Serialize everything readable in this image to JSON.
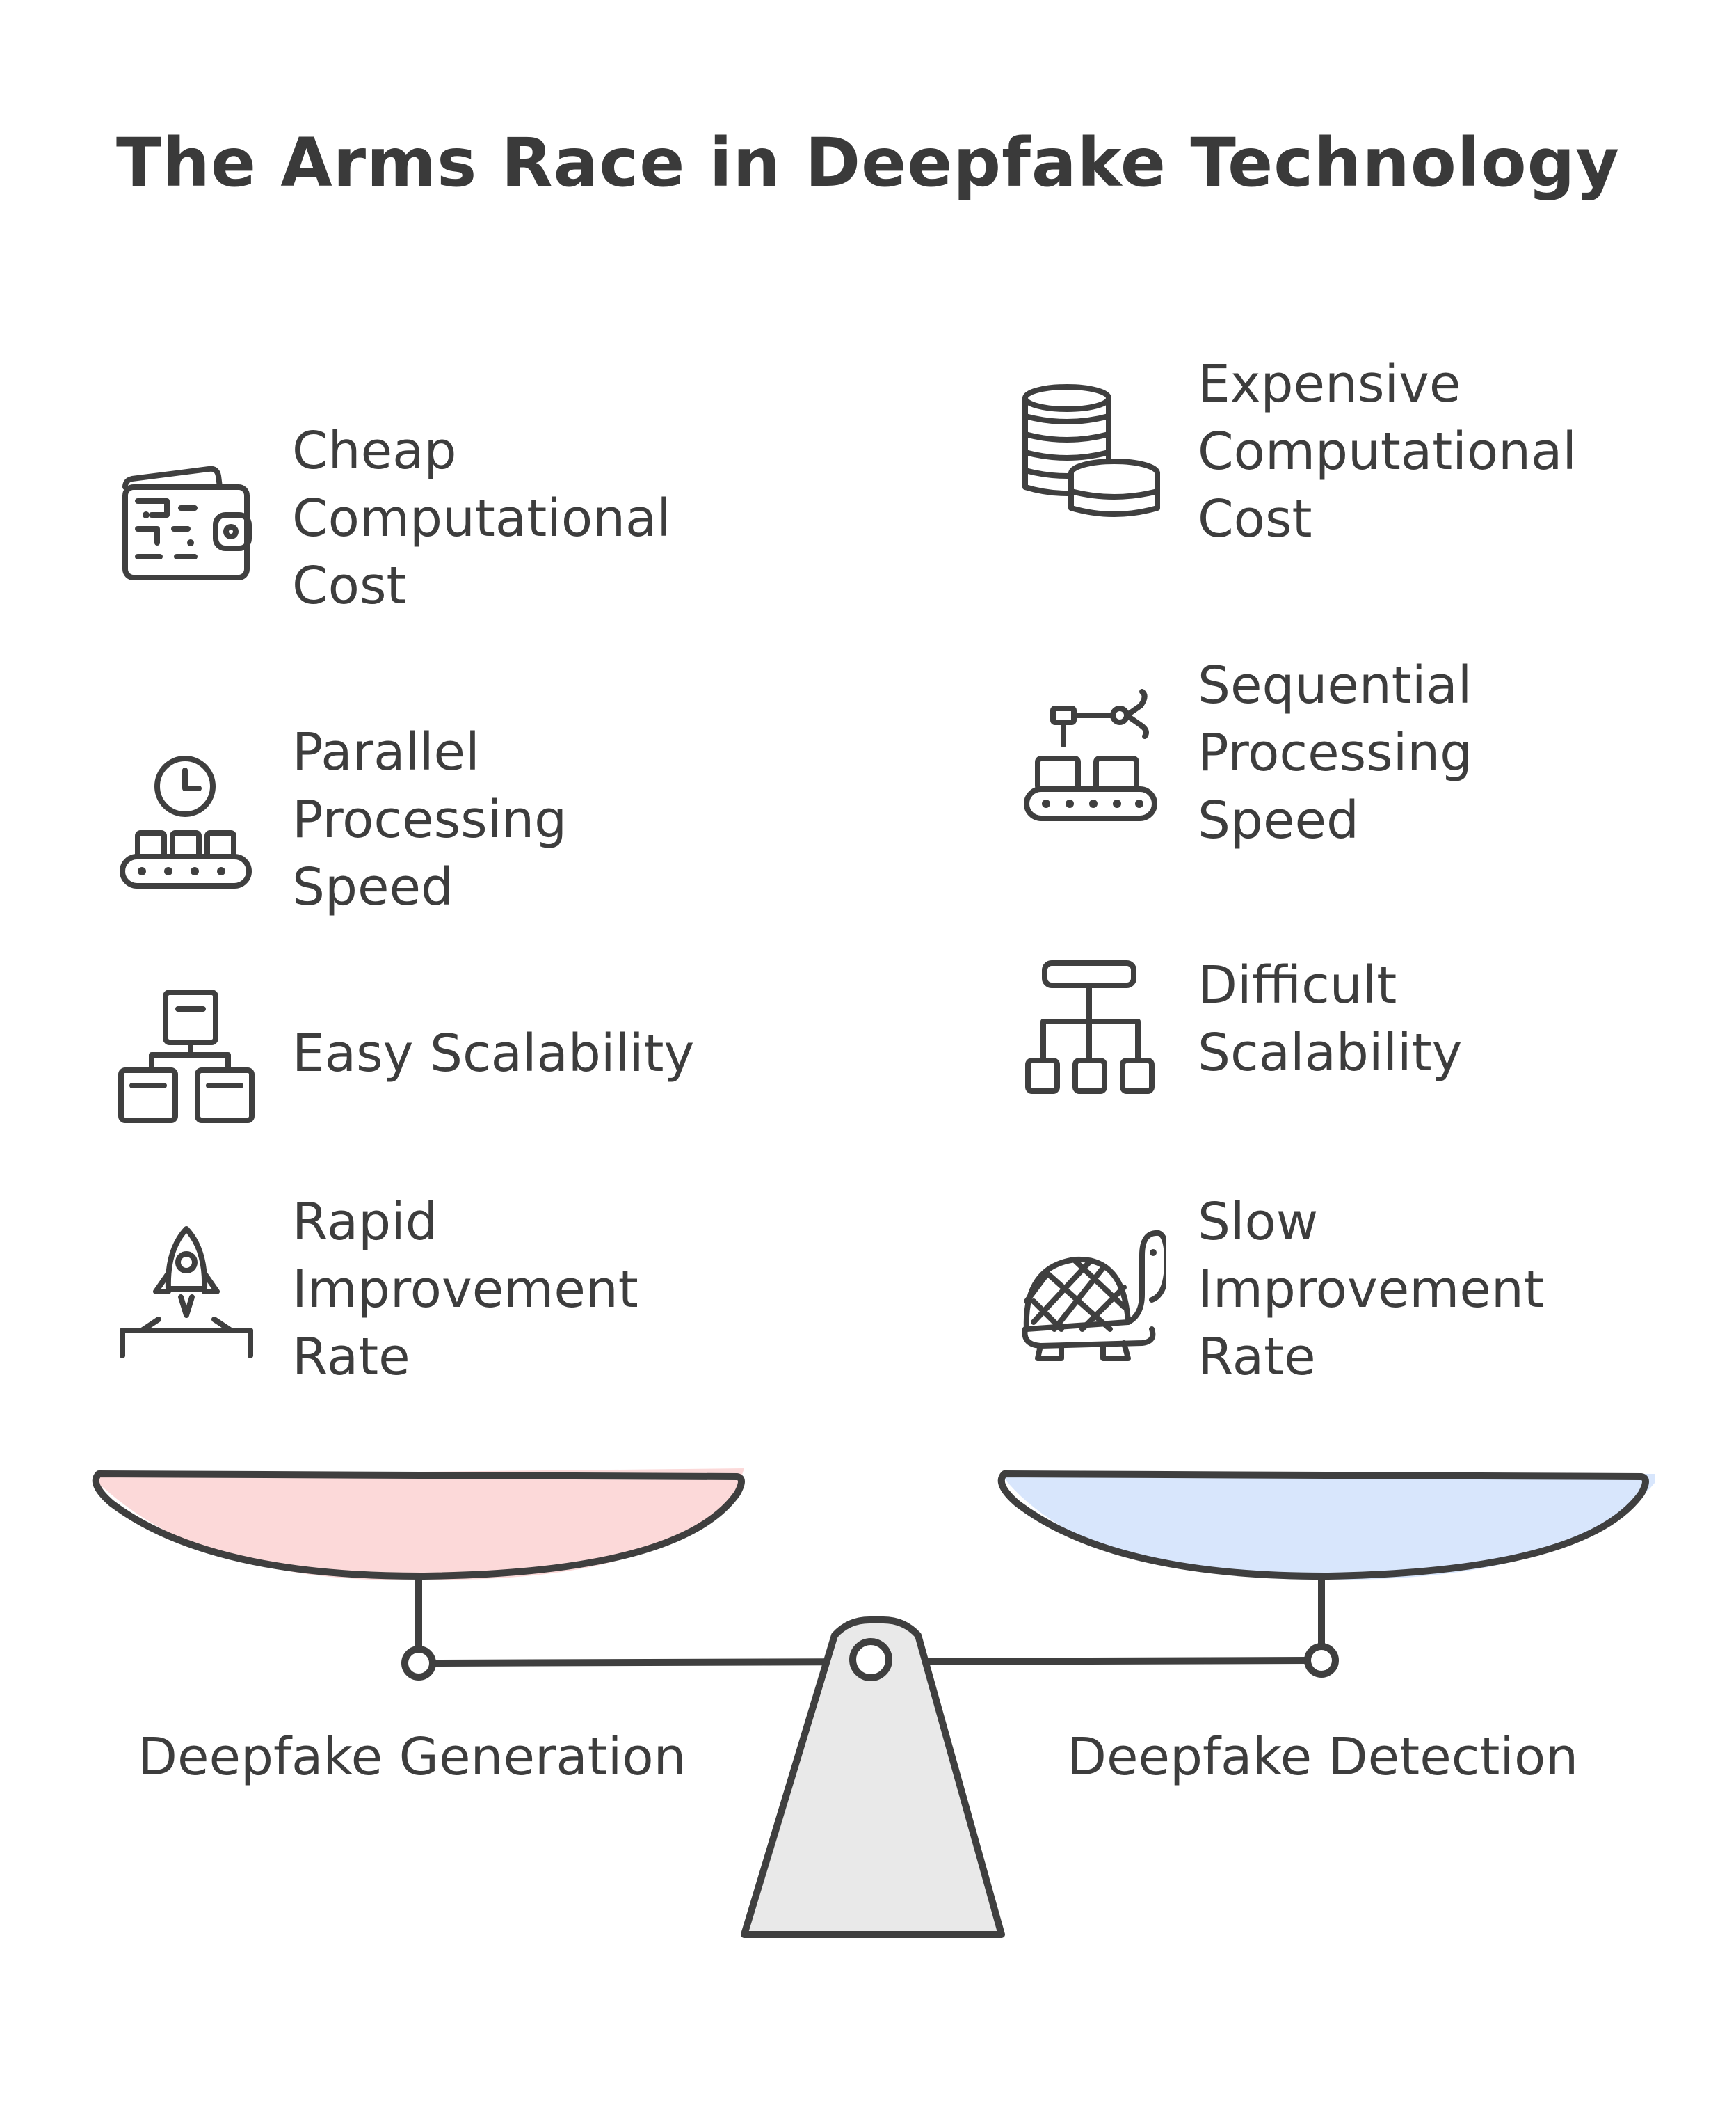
{
  "title": "The Arms Race in Deepfake Technology",
  "colors": {
    "ink": "#3d3d3d",
    "generation_pan": "#fcd9d9",
    "detection_pan": "#d8e6fc",
    "fulcrum": "#e9e9e9"
  },
  "generation": {
    "label": "Deepfake Generation",
    "items": [
      {
        "icon": "wallet-icon",
        "lines": [
          "Cheap",
          "Computational",
          "Cost"
        ]
      },
      {
        "icon": "clock-conveyor-icon",
        "lines": [
          "Parallel",
          "Processing",
          "Speed"
        ]
      },
      {
        "icon": "scalable-boxes-icon",
        "lines": [
          "Easy Scalability"
        ]
      },
      {
        "icon": "rocket-launch-icon",
        "lines": [
          "Rapid",
          "Improvement",
          "Rate"
        ]
      }
    ]
  },
  "detection": {
    "label": "Deepfake Detection",
    "items": [
      {
        "icon": "coin-stack-icon",
        "lines": [
          "Expensive",
          "Computational",
          "Cost"
        ]
      },
      {
        "icon": "robot-arm-conveyor-icon",
        "lines": [
          "Sequential",
          "Processing",
          "Speed"
        ]
      },
      {
        "icon": "hierarchy-icon",
        "lines": [
          "Difficult",
          "Scalability"
        ]
      },
      {
        "icon": "turtle-icon",
        "lines": [
          "Slow",
          "Improvement",
          "Rate"
        ]
      }
    ]
  }
}
